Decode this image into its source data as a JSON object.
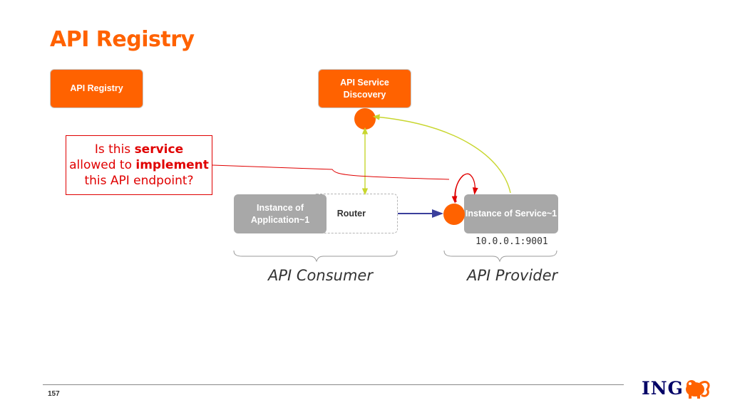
{
  "title": "API Registry",
  "boxes": {
    "registry": "API Registry",
    "discovery": "API Service Discovery",
    "application": "Instance of Application~1",
    "router": "Router",
    "service": "Instance of Service~1"
  },
  "question": {
    "line1_pre": "Is this ",
    "line1_bold": "service",
    "line2_pre": "allowed to ",
    "line2_bold": "implement",
    "line3": "this API endpoint?"
  },
  "ip_address": "10.0.0.1:9001",
  "labels": {
    "consumer": "API Consumer",
    "provider": "API Provider"
  },
  "footer": {
    "page_number": "157",
    "logo": "ING"
  },
  "colors": {
    "brand_orange": "#ff6200",
    "alert_red": "#e00000",
    "link_green": "#c8d62e",
    "arrow_blue": "#3b3f9c",
    "logo_navy": "#000066"
  }
}
